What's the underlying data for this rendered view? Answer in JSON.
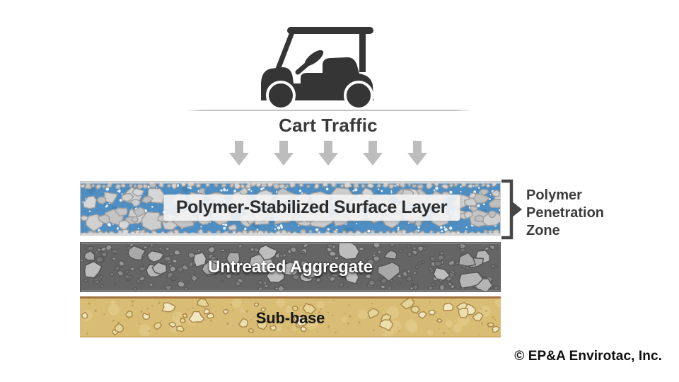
{
  "header": {
    "cart_label": "Cart Traffic"
  },
  "layers": [
    {
      "id": "surface",
      "label": "Polymer-Stabilized Surface Layer"
    },
    {
      "id": "aggregate",
      "label": "Untreated Aggregate"
    },
    {
      "id": "subbase",
      "label": "Sub-base"
    }
  ],
  "annotation": {
    "lines": [
      "Polymer",
      "Penetration",
      "Zone"
    ]
  },
  "footer": {
    "copyright": "© EP&A Envirotac, Inc."
  },
  "icons": {
    "cart": "golf-cart-icon",
    "arrow": "down-arrow-icon",
    "bracket": "right-bracket-pointer-icon"
  },
  "colors": {
    "cart_ink": "#353535",
    "arrow_gray": "#bdbdbd",
    "polymer_blue": "#4e8ec2",
    "polymer_blue_dark": "#3d78a8",
    "polymer_dot": "#f2f8ff",
    "surface_stone_fills": [
      "#cdcdcd",
      "#c4c4c4",
      "#d7d7d7",
      "#bfbfbf",
      "#d0d0d0"
    ],
    "surface_stone_stroke": "#9e9e9e",
    "aggregate_bg": "#656565",
    "aggregate_pebble_fills": [
      "#8e8e8e",
      "#7d7d7d",
      "#989898",
      "#747474"
    ],
    "aggregate_stone_fills": [
      "#b5b5b5",
      "#a8a8a8",
      "#bdbdbd"
    ],
    "aggregate_stroke": "#525252",
    "subbase_bg": "#d9bd74",
    "subbase_border": "#a5713a",
    "subbase_stone_fills": [
      "#ecdfae",
      "#e6d496",
      "#f2e7c2"
    ],
    "subbase_stroke": "#a8874a",
    "subbase_speckle": "#bb9750",
    "text_ink": "#3a3a3a"
  }
}
